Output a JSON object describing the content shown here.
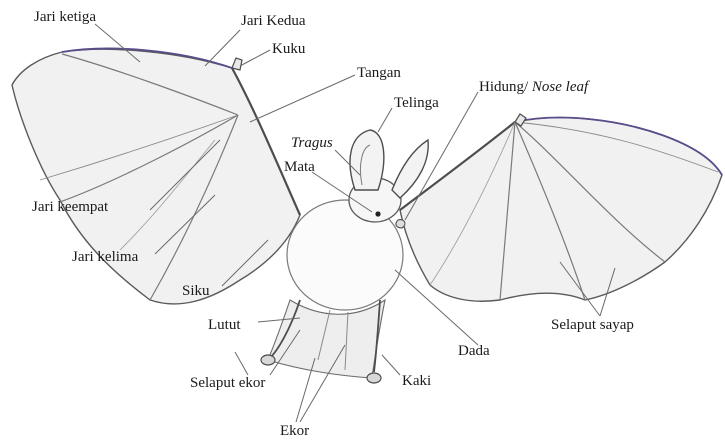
{
  "colors": {
    "outline": "#5a5a5a",
    "membrane": "#f1f1f1",
    "body": "#fbfbfb",
    "leader": "#6a6a6a",
    "text": "#1a1a1a",
    "accent_edge": "#5b4c8a"
  },
  "labels": {
    "jari_ketiga": "Jari ketiga",
    "jari_kedua": "Jari Kedua",
    "kuku": "Kuku",
    "tangan": "Tangan",
    "telinga": "Telinga",
    "hidung_prefix": "Hidung/ ",
    "hidung_italic": "Nose leaf",
    "tragus": "Tragus",
    "mata": "Mata",
    "jari_keempat": "Jari keempat",
    "jari_kelima": "Jari kelima",
    "siku": "Siku",
    "lutut": "Lutut",
    "selaput_sayap": "Selaput sayap",
    "dada": "Dada",
    "selaput_ekor": "Selaput ekor",
    "kaki": "Kaki",
    "ekor": "Ekor"
  }
}
